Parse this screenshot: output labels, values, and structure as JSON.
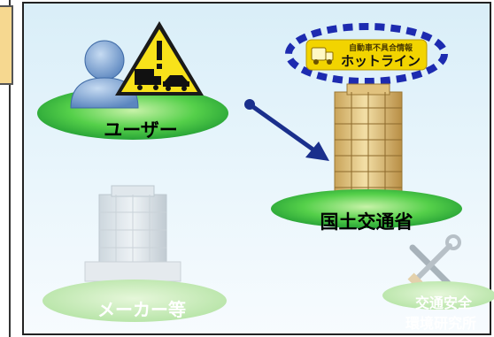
{
  "nodes": {
    "user": "ユーザー",
    "ministry": "国土交通省",
    "maker": "メーカー等",
    "institute_line1": "交通安全",
    "institute_line2": "環境研究所"
  },
  "hotline": {
    "small_text": "自動車不具合情報",
    "title": "ホットライン"
  },
  "colors": {
    "ellipse_green": "#2fb84a",
    "ellipse_faded": "#9fd89a",
    "arrow": "#1a2f8c",
    "hotline_ring": "#1d2bb0",
    "hotline_bg": "#f2d400",
    "building": "#e8cf8a"
  }
}
